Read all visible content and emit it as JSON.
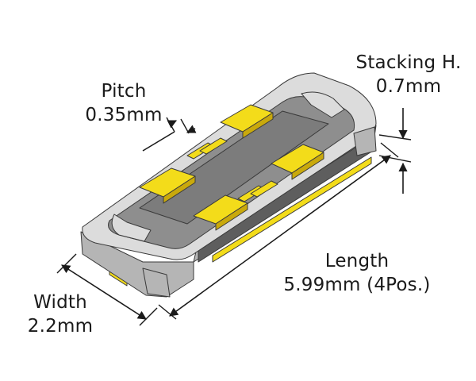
{
  "dimensions": {
    "pitch": {
      "name": "Pitch",
      "value": "0.35mm"
    },
    "stacking_height": {
      "name": "Stacking H.",
      "value": "0.7mm"
    },
    "length": {
      "name": "Length",
      "value": "5.99mm (4Pos.)"
    },
    "width": {
      "name": "Width",
      "value": "2.2mm"
    }
  },
  "colors": {
    "housing": "#8e8e8e",
    "housing_dark": "#5e5e5e",
    "cavity": "#7c7c7c",
    "metal": "#dcdcdc",
    "metal_shade": "#b5b5b5",
    "contact": "#f3dc1a",
    "contact_shade": "#c9a90c",
    "outline": "#3a3a3a"
  }
}
